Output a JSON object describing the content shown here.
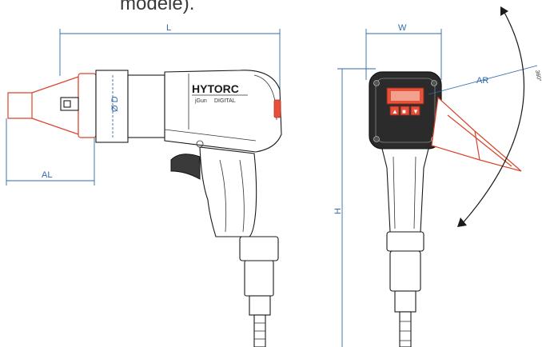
{
  "caption_fragment": "modele).",
  "brand": {
    "logo_text": "HYTORC",
    "model_line_1": "jGun",
    "model_line_2": "DIGITAL"
  },
  "dimensions": {
    "length": "L",
    "anvil_length": "AL",
    "diameter": "Ø D",
    "width": "W",
    "height": "H",
    "reaction_arm": "AR",
    "rotation": "360°"
  },
  "display_buttons": [
    "▲",
    "■",
    "▼"
  ],
  "colors": {
    "dimension_lines": "#2f6aa8",
    "reaction_parts": "#e8503a",
    "tool_outline": "#1a1a1a",
    "tool_body": "#2b2b2b"
  }
}
